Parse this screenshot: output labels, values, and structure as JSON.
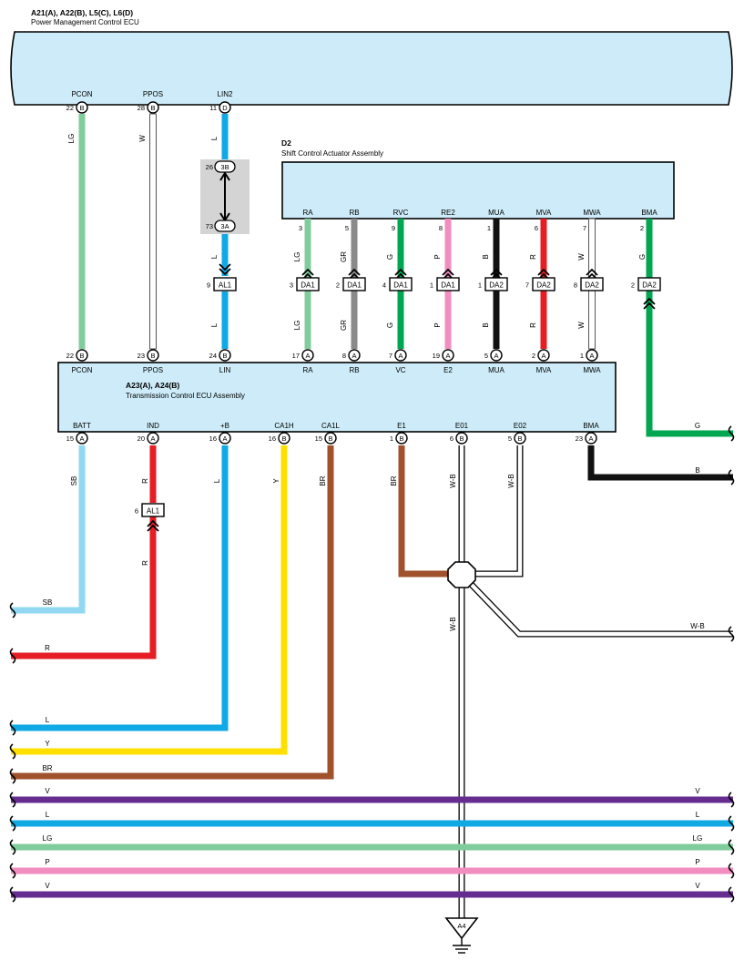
{
  "colors": {
    "component_fill": "#CDEBF8",
    "LG": "#80CC9C",
    "W": "#ffffff",
    "L": "#10A9E4",
    "SB": "#92D8F3",
    "R": "#E51E25",
    "Y": "#FFDF00",
    "BR": "#A0522D",
    "B": "#111111",
    "G": "#00A650",
    "GR": "#8A8A8A",
    "P": "#F18DBF",
    "V": "#662D91"
  },
  "pm_ecu": {
    "title": "A21(A), A22(B), L5(C), L6(D)",
    "subtitle": "Power Management Control ECU",
    "terminals": [
      {
        "name": "PCON",
        "pin": "22",
        "conn": "B"
      },
      {
        "name": "PPOS",
        "pin": "28",
        "conn": "B"
      },
      {
        "name": "LIN2",
        "pin": "11",
        "conn": "D"
      }
    ]
  },
  "junction": {
    "top_pin": "26",
    "top_conn": "3B",
    "bottom_pin": "73",
    "bottom_conn": "3A"
  },
  "d2": {
    "title": "D2",
    "subtitle": "Shift Control Actuator Assembly",
    "terminals": [
      {
        "name": "RA",
        "pin": "3"
      },
      {
        "name": "RB",
        "pin": "5"
      },
      {
        "name": "RVC",
        "pin": "9"
      },
      {
        "name": "RE2",
        "pin": "8"
      },
      {
        "name": "MUA",
        "pin": "1"
      },
      {
        "name": "MVA",
        "pin": "6"
      },
      {
        "name": "MWA",
        "pin": "7"
      },
      {
        "name": "BMA",
        "pin": "2"
      }
    ]
  },
  "inline_connectors": [
    {
      "pin": "9",
      "name": "AL1"
    },
    {
      "pin": "3",
      "name": "DA1"
    },
    {
      "pin": "2",
      "name": "DA1"
    },
    {
      "pin": "4",
      "name": "DA1"
    },
    {
      "pin": "1",
      "name": "DA1"
    },
    {
      "pin": "1",
      "name": "DA2"
    },
    {
      "pin": "7",
      "name": "DA2"
    },
    {
      "pin": "8",
      "name": "DA2"
    },
    {
      "pin": "2",
      "name": "DA2"
    },
    {
      "pin": "6",
      "name": "AL1"
    }
  ],
  "tcm": {
    "title": "A23(A), A24(B)",
    "subtitle": "Transmission Control ECU Assembly",
    "top_terminals": [
      {
        "name": "PCON",
        "pin": "22",
        "conn": "B"
      },
      {
        "name": "PPOS",
        "pin": "23",
        "conn": "B"
      },
      {
        "name": "LIN",
        "pin": "24",
        "conn": "B"
      },
      {
        "name": "RA",
        "pin": "17",
        "conn": "A"
      },
      {
        "name": "RB",
        "pin": "8",
        "conn": "A"
      },
      {
        "name": "VC",
        "pin": "7",
        "conn": "A"
      },
      {
        "name": "E2",
        "pin": "19",
        "conn": "A"
      },
      {
        "name": "MUA",
        "pin": "5",
        "conn": "A"
      },
      {
        "name": "MVA",
        "pin": "2",
        "conn": "A"
      },
      {
        "name": "MWA",
        "pin": "1",
        "conn": "A"
      }
    ],
    "bottom_terminals": [
      {
        "name": "BATT",
        "pin": "15",
        "conn": "A"
      },
      {
        "name": "IND",
        "pin": "20",
        "conn": "A"
      },
      {
        "name": "+B",
        "pin": "16",
        "conn": "A"
      },
      {
        "name": "CA1H",
        "pin": "16",
        "conn": "B"
      },
      {
        "name": "CA1L",
        "pin": "15",
        "conn": "B"
      },
      {
        "name": "E1",
        "pin": "1",
        "conn": "B"
      },
      {
        "name": "E01",
        "pin": "6",
        "conn": "B"
      },
      {
        "name": "E02",
        "pin": "5",
        "conn": "B"
      },
      {
        "name": "BMA",
        "pin": "23",
        "conn": "A"
      }
    ]
  },
  "wire_labels": {
    "pcon": "LG",
    "ppos": "W",
    "lin_upper": "L",
    "lin_mid": "L",
    "lin_lower": "L",
    "ra_up": "LG",
    "ra_dn": "LG",
    "rb_up": "GR",
    "rb_dn": "GR",
    "vc_up": "G",
    "vc_dn": "G",
    "e2_up": "P",
    "e2_dn": "P",
    "mua_up": "B",
    "mua_dn": "B",
    "mva_up": "R",
    "mva_dn": "R",
    "mwa_up": "W",
    "mwa_dn": "W",
    "bma_up": "G",
    "batt": "SB",
    "ind_up": "R",
    "ind_dn": "R",
    "plusb": "L",
    "ca1h": "Y",
    "ca1l": "BR",
    "e1": "BR",
    "e01": "W-B",
    "e02": "W-B",
    "splice_down": "W-B",
    "out_g": "G",
    "out_b": "B",
    "out_wb": "W-B",
    "out_sb": "SB",
    "out_r": "R",
    "out_l": "L",
    "out_y": "Y",
    "out_br": "BR",
    "bus_v1_left": "V",
    "bus_v1_right": "V",
    "bus_l_left": "L",
    "bus_l_right": "L",
    "bus_lg_left": "LG",
    "bus_lg_right": "LG",
    "bus_p_left": "P",
    "bus_p_right": "P",
    "bus_v2_left": "V",
    "bus_v2_right": "V"
  },
  "ground": {
    "label": "A4"
  }
}
